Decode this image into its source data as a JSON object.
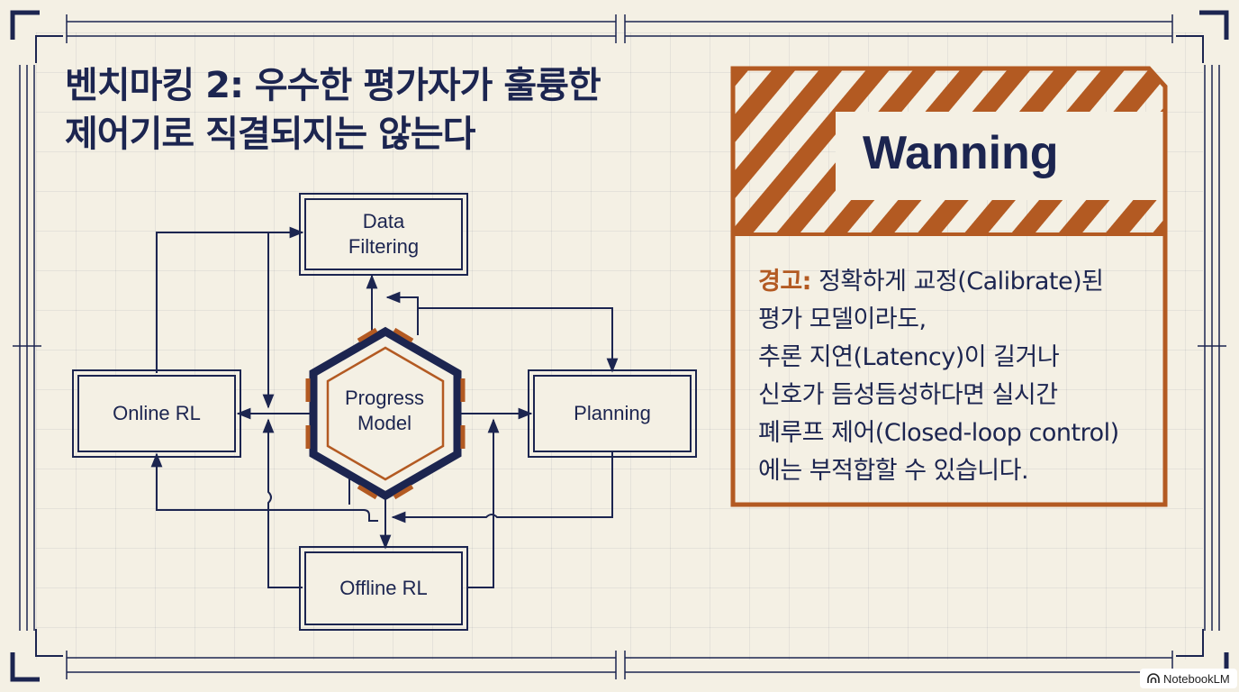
{
  "title": {
    "line1": "벤치마킹 2: 우수한 평가자가 훌륭한",
    "line2": "제어기로 직결되지는 않는다"
  },
  "diagram": {
    "nodes": {
      "data_filtering": [
        "Data",
        "Filtering"
      ],
      "online_rl": "Online RL",
      "progress_model": [
        "Progress",
        "Model"
      ],
      "planning": "Planning",
      "offline_rl": "Offline RL"
    }
  },
  "warning": {
    "title": "Wanning",
    "label": "경고:",
    "lines": [
      "정확하게 교정(Calibrate)된",
      "평가 모델이라도,",
      "추론 지연(Latency)이 길거나",
      "신호가 듬성듬성하다면 실시간",
      "폐루프 제어(Closed-loop control)",
      "에는 부적합할 수 있습니다."
    ]
  },
  "watermark": {
    "text": "NotebookLM",
    "icon": "notebooklm-logo-icon"
  },
  "colors": {
    "navy": "#1c2550",
    "orange": "#b35a22",
    "background": "#f4f0e4"
  }
}
